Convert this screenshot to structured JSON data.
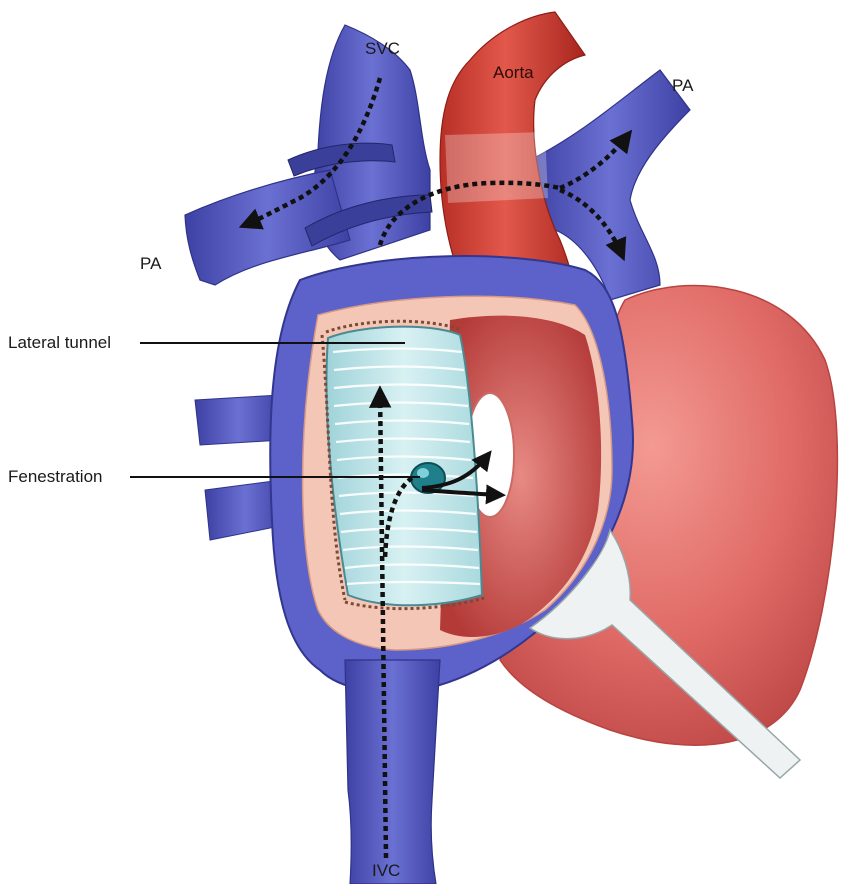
{
  "labels": {
    "svc": "SVC",
    "aorta": "Aorta",
    "pa_right": "PA",
    "pa_left": "PA",
    "lateral_tunnel": "Lateral tunnel",
    "fenestration": "Fenestration",
    "ivc": "IVC"
  },
  "colors": {
    "vein_blue": "#5a5fc4",
    "vein_dark": "#3b3f9e",
    "aorta_red": "#d9443a",
    "heart_red": "#e06a66",
    "atrium_inner": "#c94a48",
    "tunnel_cyan": "#bfe6ea",
    "tissue_pink": "#f6c8b8",
    "retractor_white": "#eef2f3",
    "arrow_black": "#111111"
  }
}
